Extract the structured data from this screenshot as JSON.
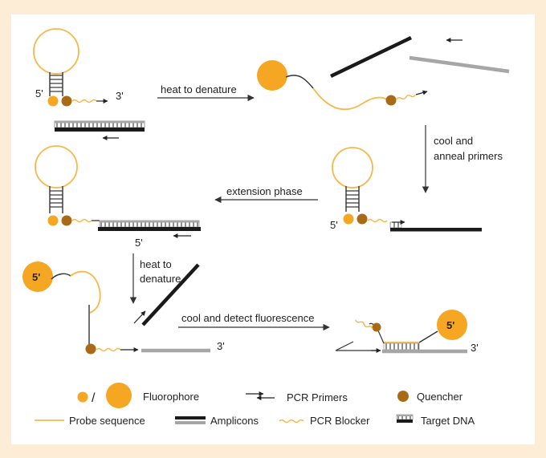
{
  "colors": {
    "background": "#fdecd6",
    "panel": "#ffffff",
    "probe_sequence": "#f5b84a",
    "fluorophore": "#f5a623",
    "quencher": "#a86a17",
    "amplicon_dark": "#1a1a1a",
    "amplicon_light": "#a6a6a6",
    "arrow": "#333333"
  },
  "steps": {
    "denature": "heat to denature",
    "anneal_line1": "cool and",
    "anneal_line2": "anneal primers",
    "extension": "extension phase",
    "denature2_line1": "heat to",
    "denature2_line2": "denature",
    "detect": "cool and detect fluorescence"
  },
  "ends": {
    "five_prime": "5'",
    "three_prime": "3'"
  },
  "legend": {
    "slash": "/",
    "fluorophore": "Fluorophore",
    "pcr_primers": "PCR Primers",
    "quencher": "Quencher",
    "probe_sequence": "Probe sequence",
    "amplicons": "Amplicons",
    "pcr_blocker": "PCR Blocker",
    "target_dna": "Target DNA"
  }
}
